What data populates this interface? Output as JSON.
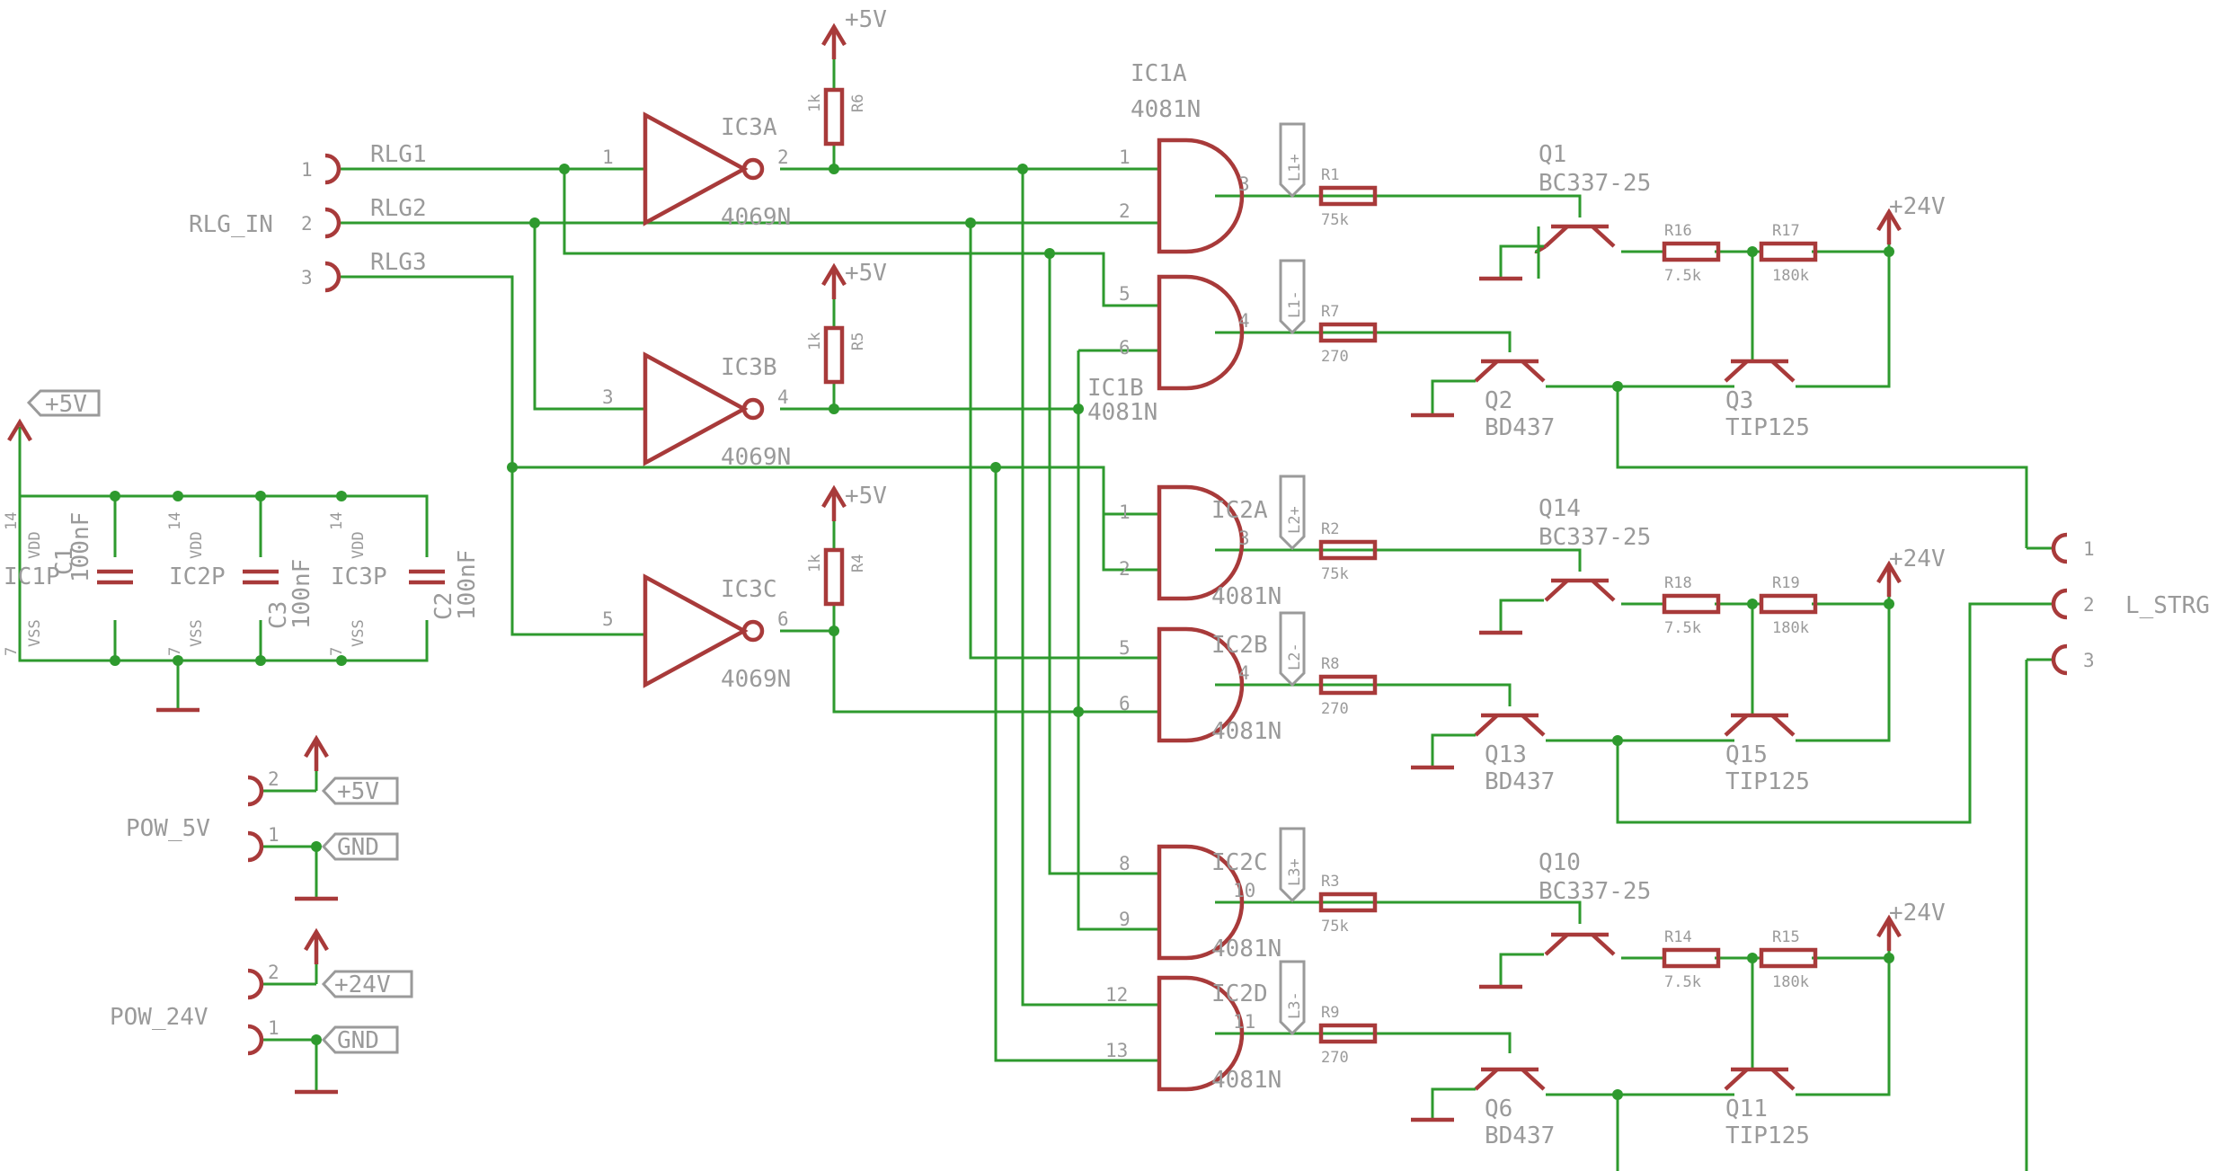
{
  "connectors": {
    "rlg_in": {
      "name": "RLG_IN",
      "pins": [
        "1",
        "2",
        "3"
      ],
      "nets": [
        "RLG1",
        "RLG2",
        "RLG3"
      ]
    },
    "l_strg": {
      "name": "L_STRG",
      "pins": [
        "1",
        "2",
        "3"
      ]
    },
    "pow_5v": {
      "name": "POW_5V",
      "pins": [
        "2",
        "1"
      ],
      "nets": [
        "+5V",
        "GND"
      ]
    },
    "pow_24v": {
      "name": "POW_24V",
      "pins": [
        "2",
        "1"
      ],
      "nets": [
        "+24V",
        "GND"
      ]
    }
  },
  "power": {
    "p5v": "+5V",
    "p24v": "+24V",
    "gnd": "GND"
  },
  "inverters": [
    {
      "ref": "IC3A",
      "value": "4069N",
      "in": "1",
      "out": "2"
    },
    {
      "ref": "IC3B",
      "value": "4069N",
      "in": "3",
      "out": "4"
    },
    {
      "ref": "IC3C",
      "value": "4069N",
      "in": "5",
      "out": "6"
    }
  ],
  "pullups": [
    {
      "ref": "R6",
      "value": "1k"
    },
    {
      "ref": "R5",
      "value": "1k"
    },
    {
      "ref": "R4",
      "value": "1k"
    }
  ],
  "and_gates": [
    {
      "ref": "IC1A",
      "value": "4081N",
      "in1": "1",
      "in2": "2",
      "out": "3"
    },
    {
      "ref": "IC1B",
      "value": "4081N",
      "in1": "5",
      "in2": "6",
      "out": "4"
    },
    {
      "ref": "IC2A",
      "value": "4081N",
      "in1": "1",
      "in2": "2",
      "out": "3"
    },
    {
      "ref": "IC2B",
      "value": "4081N",
      "in1": "5",
      "in2": "6",
      "out": "4"
    },
    {
      "ref": "IC2C",
      "value": "4081N",
      "in1": "8",
      "in2": "9",
      "out": "10"
    },
    {
      "ref": "IC2D",
      "value": "4081N",
      "in1": "12",
      "in2": "13",
      "out": "11"
    }
  ],
  "net_flags": [
    "L1+",
    "L1-",
    "L2+",
    "L2-",
    "L3+",
    "L3-"
  ],
  "stages": [
    {
      "r_high": {
        "ref": "R1",
        "value": "75k"
      },
      "r_low": {
        "ref": "R7",
        "value": "270"
      },
      "q_drv": {
        "ref": "Q1",
        "value": "BC337-25"
      },
      "r_a": {
        "ref": "R16",
        "value": "7.5k"
      },
      "r_b": {
        "ref": "R17",
        "value": "180k"
      },
      "q_low": {
        "ref": "Q2",
        "value": "BD437"
      },
      "q_high": {
        "ref": "Q3",
        "value": "TIP125"
      }
    },
    {
      "r_high": {
        "ref": "R2",
        "value": "75k"
      },
      "r_low": {
        "ref": "R8",
        "value": "270"
      },
      "q_drv": {
        "ref": "Q14",
        "value": "BC337-25"
      },
      "r_a": {
        "ref": "R18",
        "value": "7.5k"
      },
      "r_b": {
        "ref": "R19",
        "value": "180k"
      },
      "q_low": {
        "ref": "Q13",
        "value": "BD437"
      },
      "q_high": {
        "ref": "Q15",
        "value": "TIP125"
      }
    },
    {
      "r_high": {
        "ref": "R3",
        "value": "75k"
      },
      "r_low": {
        "ref": "R9",
        "value": "270"
      },
      "q_drv": {
        "ref": "Q10",
        "value": "BC337-25"
      },
      "r_a": {
        "ref": "R14",
        "value": "7.5k"
      },
      "r_b": {
        "ref": "R15",
        "value": "180k"
      },
      "q_low": {
        "ref": "Q6",
        "value": "BD437"
      },
      "q_high": {
        "ref": "Q11",
        "value": "TIP125"
      }
    }
  ],
  "supply_ics": [
    {
      "ref": "IC1P",
      "vdd_pin": "14",
      "vdd": "VDD",
      "vss_pin": "7",
      "vss": "VSS"
    },
    {
      "ref": "IC2P",
      "vdd_pin": "14",
      "vdd": "VDD",
      "vss_pin": "7",
      "vss": "VSS"
    },
    {
      "ref": "IC3P",
      "vdd_pin": "14",
      "vdd": "VDD",
      "vss_pin": "7",
      "vss": "VSS"
    }
  ],
  "caps": [
    {
      "ref": "C1",
      "value": "100nF"
    },
    {
      "ref": "C3",
      "value": "100nF"
    },
    {
      "ref": "C2",
      "value": "100nF"
    }
  ]
}
